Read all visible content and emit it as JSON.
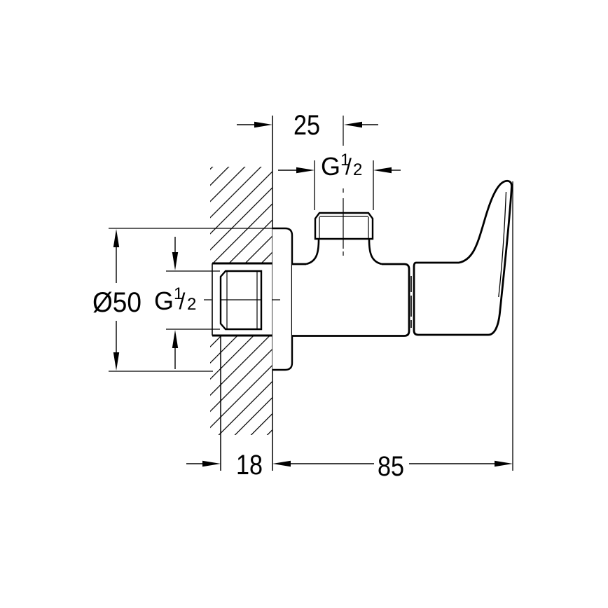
{
  "meta": {
    "type": "technical-dimension-drawing",
    "subject": "Angle valve side view with wall mounting dimensions",
    "background": "#ffffff",
    "ink": "#000000"
  },
  "dimensions": {
    "offset_top": {
      "value": "25"
    },
    "outlet_thread": {
      "g": "G",
      "num": "1",
      "slash": "/",
      "den": "2"
    },
    "flange_diameter": {
      "value": "Ø50"
    },
    "inlet_thread": {
      "g": "G",
      "num": "1",
      "slash": "/",
      "den": "2"
    },
    "wall_thickness": {
      "value": "18"
    },
    "projection": {
      "value": "85"
    }
  }
}
